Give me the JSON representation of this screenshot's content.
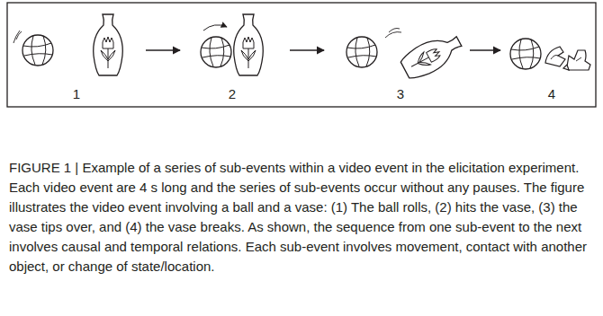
{
  "diagram": {
    "caption": "FIGURE 1 | Example of a series of sub-events within a video event in the elicitation experiment. Each video event are 4 s long and the series of sub-events occur without any pauses. The figure illustrates the video event involving a ball and a vase: (1) The ball rolls, (2) hits the vase, (3) the vase tips over, and (4) the vase breaks. As shown, the sequence from one sub-event to the next involves causal and temporal relations. Each sub-event involves movement, contact with another object, or change of state/location.",
    "labels": [
      "1",
      "2",
      "3",
      "4"
    ]
  }
}
